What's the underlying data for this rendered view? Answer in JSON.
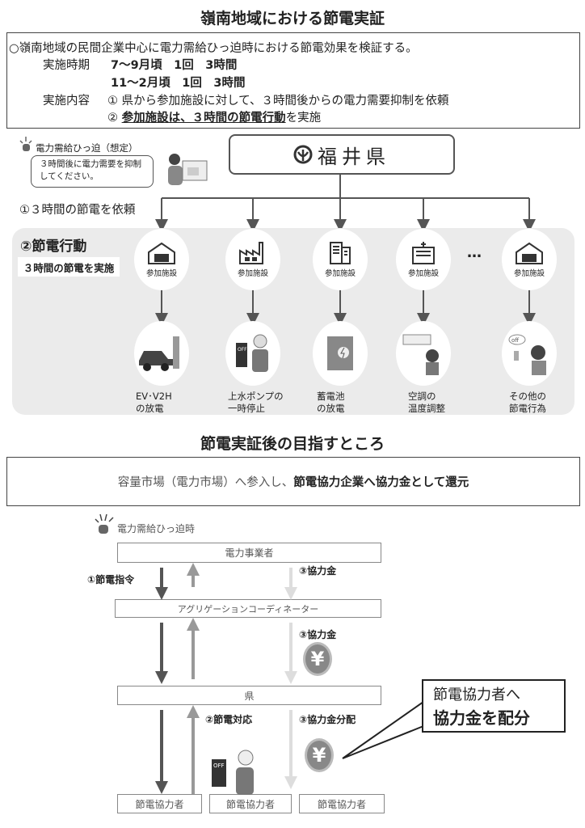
{
  "section1": {
    "title": "嶺南地域における節電実証",
    "summary": "○嶺南地域の民間企業中心に電力需給ひっ迫時における節電効果を検証する。",
    "period_label": "実施時期",
    "period_1": "7～9月頃　1回　3時間",
    "period_2": "11～2月頃　1回　3時間",
    "content_label": "実施内容",
    "content_1": "① 県から参加施設に対して、３時間後からの電力需要抑制を依頼",
    "content_2_prefix": "② ",
    "content_2_bold": "参加施設は、３時間の節電行動",
    "content_2_suffix": "を実施",
    "alert_label": "電力需給ひっ迫（想定）",
    "bubble": "３時間後に電力需要を抑制してください。",
    "prefecture": "福井県",
    "step1": "①３時間の節電を依頼",
    "step2_title": "②節電行動",
    "step2_sub": "３時間の節電を実施",
    "ellipsis": "…",
    "facility_label": "参加施設",
    "actions": [
      {
        "line1": "EV･V2H",
        "line2": "の放電"
      },
      {
        "line1": "上水ポンプの",
        "line2": "一時停止"
      },
      {
        "line1": "蓄電池",
        "line2": "の放電"
      },
      {
        "line1": "空調の",
        "line2": "温度調整"
      },
      {
        "line1": "その他の",
        "line2": "節電行為"
      }
    ]
  },
  "section2": {
    "title": "節電実証後の目指すところ",
    "goal_prefix": "容量市場（電力市場）へ参入し、",
    "goal_bold": "節電協力企業へ協力金として還元",
    "alert_label": "電力需給ひっ迫時",
    "utility": "電力事業者",
    "aggregator": "アグリゲーションコーディネーター",
    "pref": "県",
    "cooperators": [
      "節電協力者",
      "節電協力者",
      "節電協力者"
    ],
    "command": "①節電指令",
    "response": "②節電対応",
    "payment_1": "③協力金",
    "payment_2": "③協力金",
    "payment_3": "③協力金分配",
    "yen": "¥",
    "callout_1": "節電協力者へ",
    "callout_2": "協力金を配分"
  }
}
